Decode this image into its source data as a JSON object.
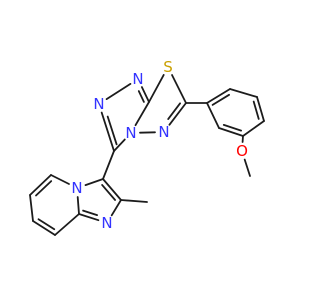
{
  "colors": {
    "background": "#ffffff",
    "bond": "#1c1c1c",
    "nitrogen": "#3333ff",
    "sulfur": "#c9a000",
    "oxygen": "#ff0000"
  },
  "molecule": {
    "atoms": [
      {
        "id": "n_trz1",
        "label": "N",
        "element": "nitrogen"
      },
      {
        "id": "n_trz2",
        "label": "N",
        "element": "nitrogen"
      },
      {
        "id": "s_thd",
        "label": "S",
        "element": "sulfur"
      },
      {
        "id": "n_brg",
        "label": "N",
        "element": "nitrogen"
      },
      {
        "id": "n_thd",
        "label": "N",
        "element": "nitrogen"
      },
      {
        "id": "n_imp_brg",
        "label": "N",
        "element": "nitrogen"
      },
      {
        "id": "n_imp",
        "label": "N",
        "element": "nitrogen"
      },
      {
        "id": "o_methoxy",
        "label": "O",
        "element": "oxygen"
      }
    ]
  }
}
